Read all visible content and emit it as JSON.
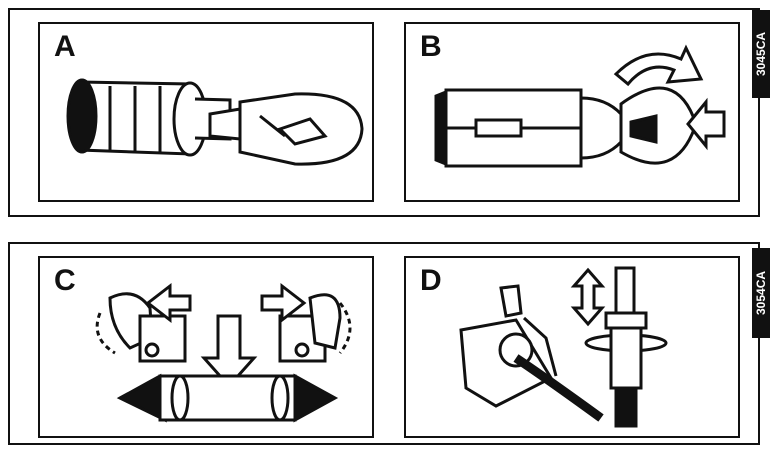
{
  "panels": [
    {
      "id": "A",
      "letter": "A"
    },
    {
      "id": "B",
      "letter": "B"
    },
    {
      "id": "C",
      "letter": "C"
    },
    {
      "id": "D",
      "letter": "D"
    }
  ],
  "figure_codes": {
    "top": "3045CA",
    "bottom": "3054CA"
  },
  "colors": {
    "ink": "#111111",
    "paper": "#ffffff"
  }
}
